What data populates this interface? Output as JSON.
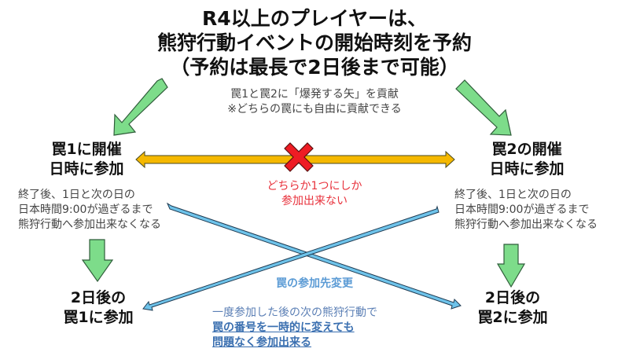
{
  "title": {
    "lines": [
      "R4以上のプレイヤーは、",
      "熊狩行動イベントの開始時刻を予約",
      "（予約は最長で2日後まで可能）"
    ]
  },
  "note": {
    "lines": [
      "罠1と罠2に「爆発する矢」を貢献",
      "※どちらの罠にも自由に貢献できる"
    ]
  },
  "left_branch": {
    "label_lines": [
      "罠1に開催",
      "日時に参加"
    ],
    "desc_lines": [
      "終了後、1日と次の日の",
      "日本時間9:00が過ぎるまで",
      "熊狩行動へ参加出来なくなる"
    ],
    "result_lines": [
      "2日後の",
      "罠1に参加"
    ]
  },
  "right_branch": {
    "label_lines": [
      "罠2の開催",
      "日時に参加"
    ],
    "desc_lines": [
      "終了後、1日と次の日の",
      "日本時間9:00が過ぎるまで",
      "熊狩行動へ参加出来なくなる"
    ],
    "result_lines": [
      "2日後の",
      "罠2に参加"
    ]
  },
  "exclusive": {
    "lines": [
      "どちらか1つにしか",
      "参加出来ない"
    ],
    "icon": "cross-icon"
  },
  "switch": {
    "heading": "罠の参加先変更",
    "desc_line": "一度参加した後の次の熊狩行動で",
    "strong_lines": [
      "罠の番号を一時的に変えても",
      "問題なく参加出来る"
    ]
  },
  "colors": {
    "green_arrow": "#7ddc8a",
    "green_stroke": "#2f5d3a",
    "gold_arrow": "#f5b800",
    "gold_stroke": "#4a4a20",
    "red_cross": "#ee1c24",
    "blue_arrow": "#6ec3ea",
    "blue_stroke": "#1f3b52",
    "red_text": "#e8323c",
    "blue_text": "#5b9bd5"
  }
}
